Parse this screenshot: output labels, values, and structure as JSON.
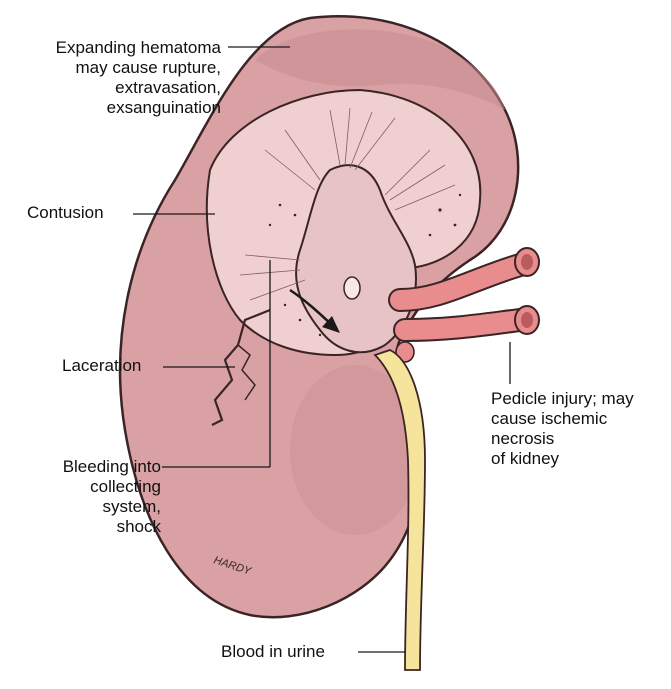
{
  "labels": {
    "hematoma": [
      "Expanding hematoma",
      "may cause rupture,",
      "extravasation,",
      "exsanguination"
    ],
    "contusion": [
      "Contusion"
    ],
    "laceration": [
      "Laceration"
    ],
    "bleeding": [
      "Bleeding into",
      "collecting",
      "system,",
      "shock"
    ],
    "pedicle": [
      "Pedicle injury; may",
      "cause ischemic",
      "necrosis",
      "of kidney"
    ],
    "urine": [
      "Blood in urine"
    ]
  },
  "signature": "HARDY",
  "colors": {
    "kidney": "#d9a1a3",
    "kidney_dark": "#c98c90",
    "cortex_inner": "#efcfcf",
    "sinus": "#e8c3c5",
    "vessel": "#e98c8e",
    "ureter": "#f6e39c",
    "outline": "#3a2426"
  }
}
